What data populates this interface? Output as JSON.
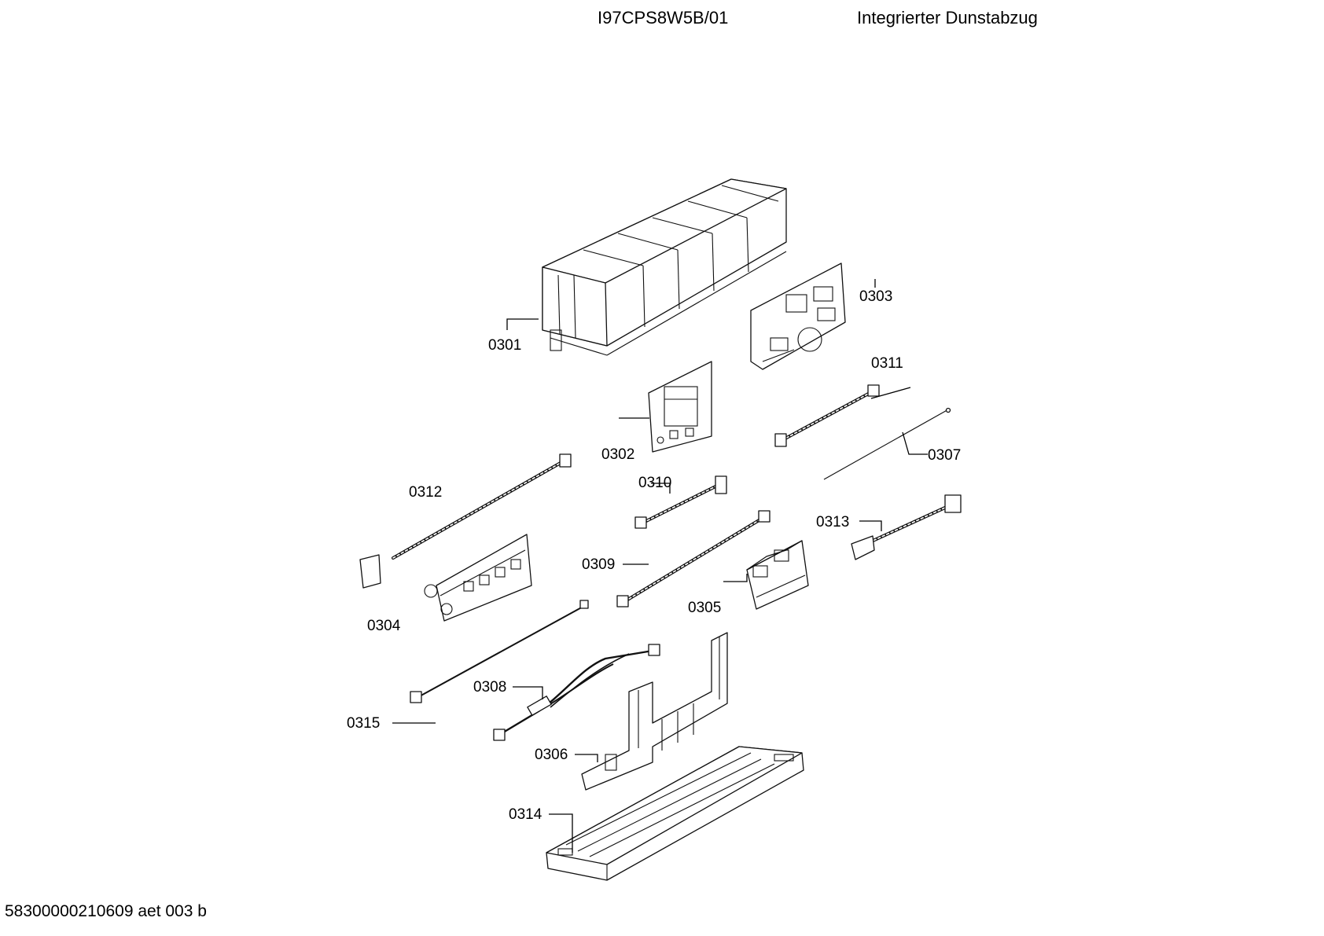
{
  "header": {
    "model": "I97CPS8W5B/01",
    "description": "Integrierter Dunstabzug"
  },
  "footer": {
    "code": "58300000210609 aet 003 b"
  },
  "parts": [
    {
      "id": "0301",
      "icon": "filter-housing-icon"
    },
    {
      "id": "0302",
      "icon": "transformer-board-icon"
    },
    {
      "id": "0303",
      "icon": "motor-control-board-icon"
    },
    {
      "id": "0304",
      "icon": "control-module-icon"
    },
    {
      "id": "0305",
      "icon": "electronic-module-icon"
    },
    {
      "id": "0306",
      "icon": "holder-bracket-icon"
    },
    {
      "id": "0307",
      "icon": "wire-icon"
    },
    {
      "id": "0308",
      "icon": "cable-harness-icon"
    },
    {
      "id": "0309",
      "icon": "cable-icon"
    },
    {
      "id": "0310",
      "icon": "cable-icon"
    },
    {
      "id": "0311",
      "icon": "cable-icon"
    },
    {
      "id": "0312",
      "icon": "cable-icon"
    },
    {
      "id": "0313",
      "icon": "cable-icon"
    },
    {
      "id": "0314",
      "icon": "tray-icon"
    },
    {
      "id": "0315",
      "icon": "cable-icon"
    }
  ]
}
